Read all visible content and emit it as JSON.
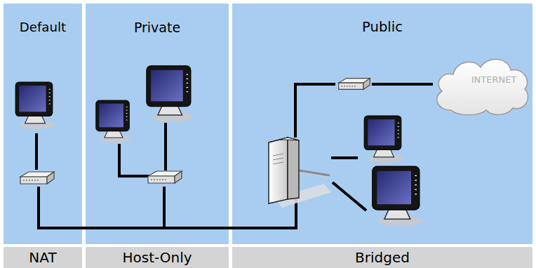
{
  "diagram": {
    "nodes": [
      {
        "text": [
          "Default"
        ]
      },
      {
        "text": [
          "Private"
        ]
      },
      {
        "text": [
          "Public"
        ]
      },
      {
        "text": [
          "NAT"
        ]
      },
      {
        "text": [
          "Host-Only"
        ]
      },
      {
        "text": [
          "Bridged"
        ]
      },
      {
        "text": [
          "INTERNET"
        ],
        "in": 2
      }
    ]
  }
}
